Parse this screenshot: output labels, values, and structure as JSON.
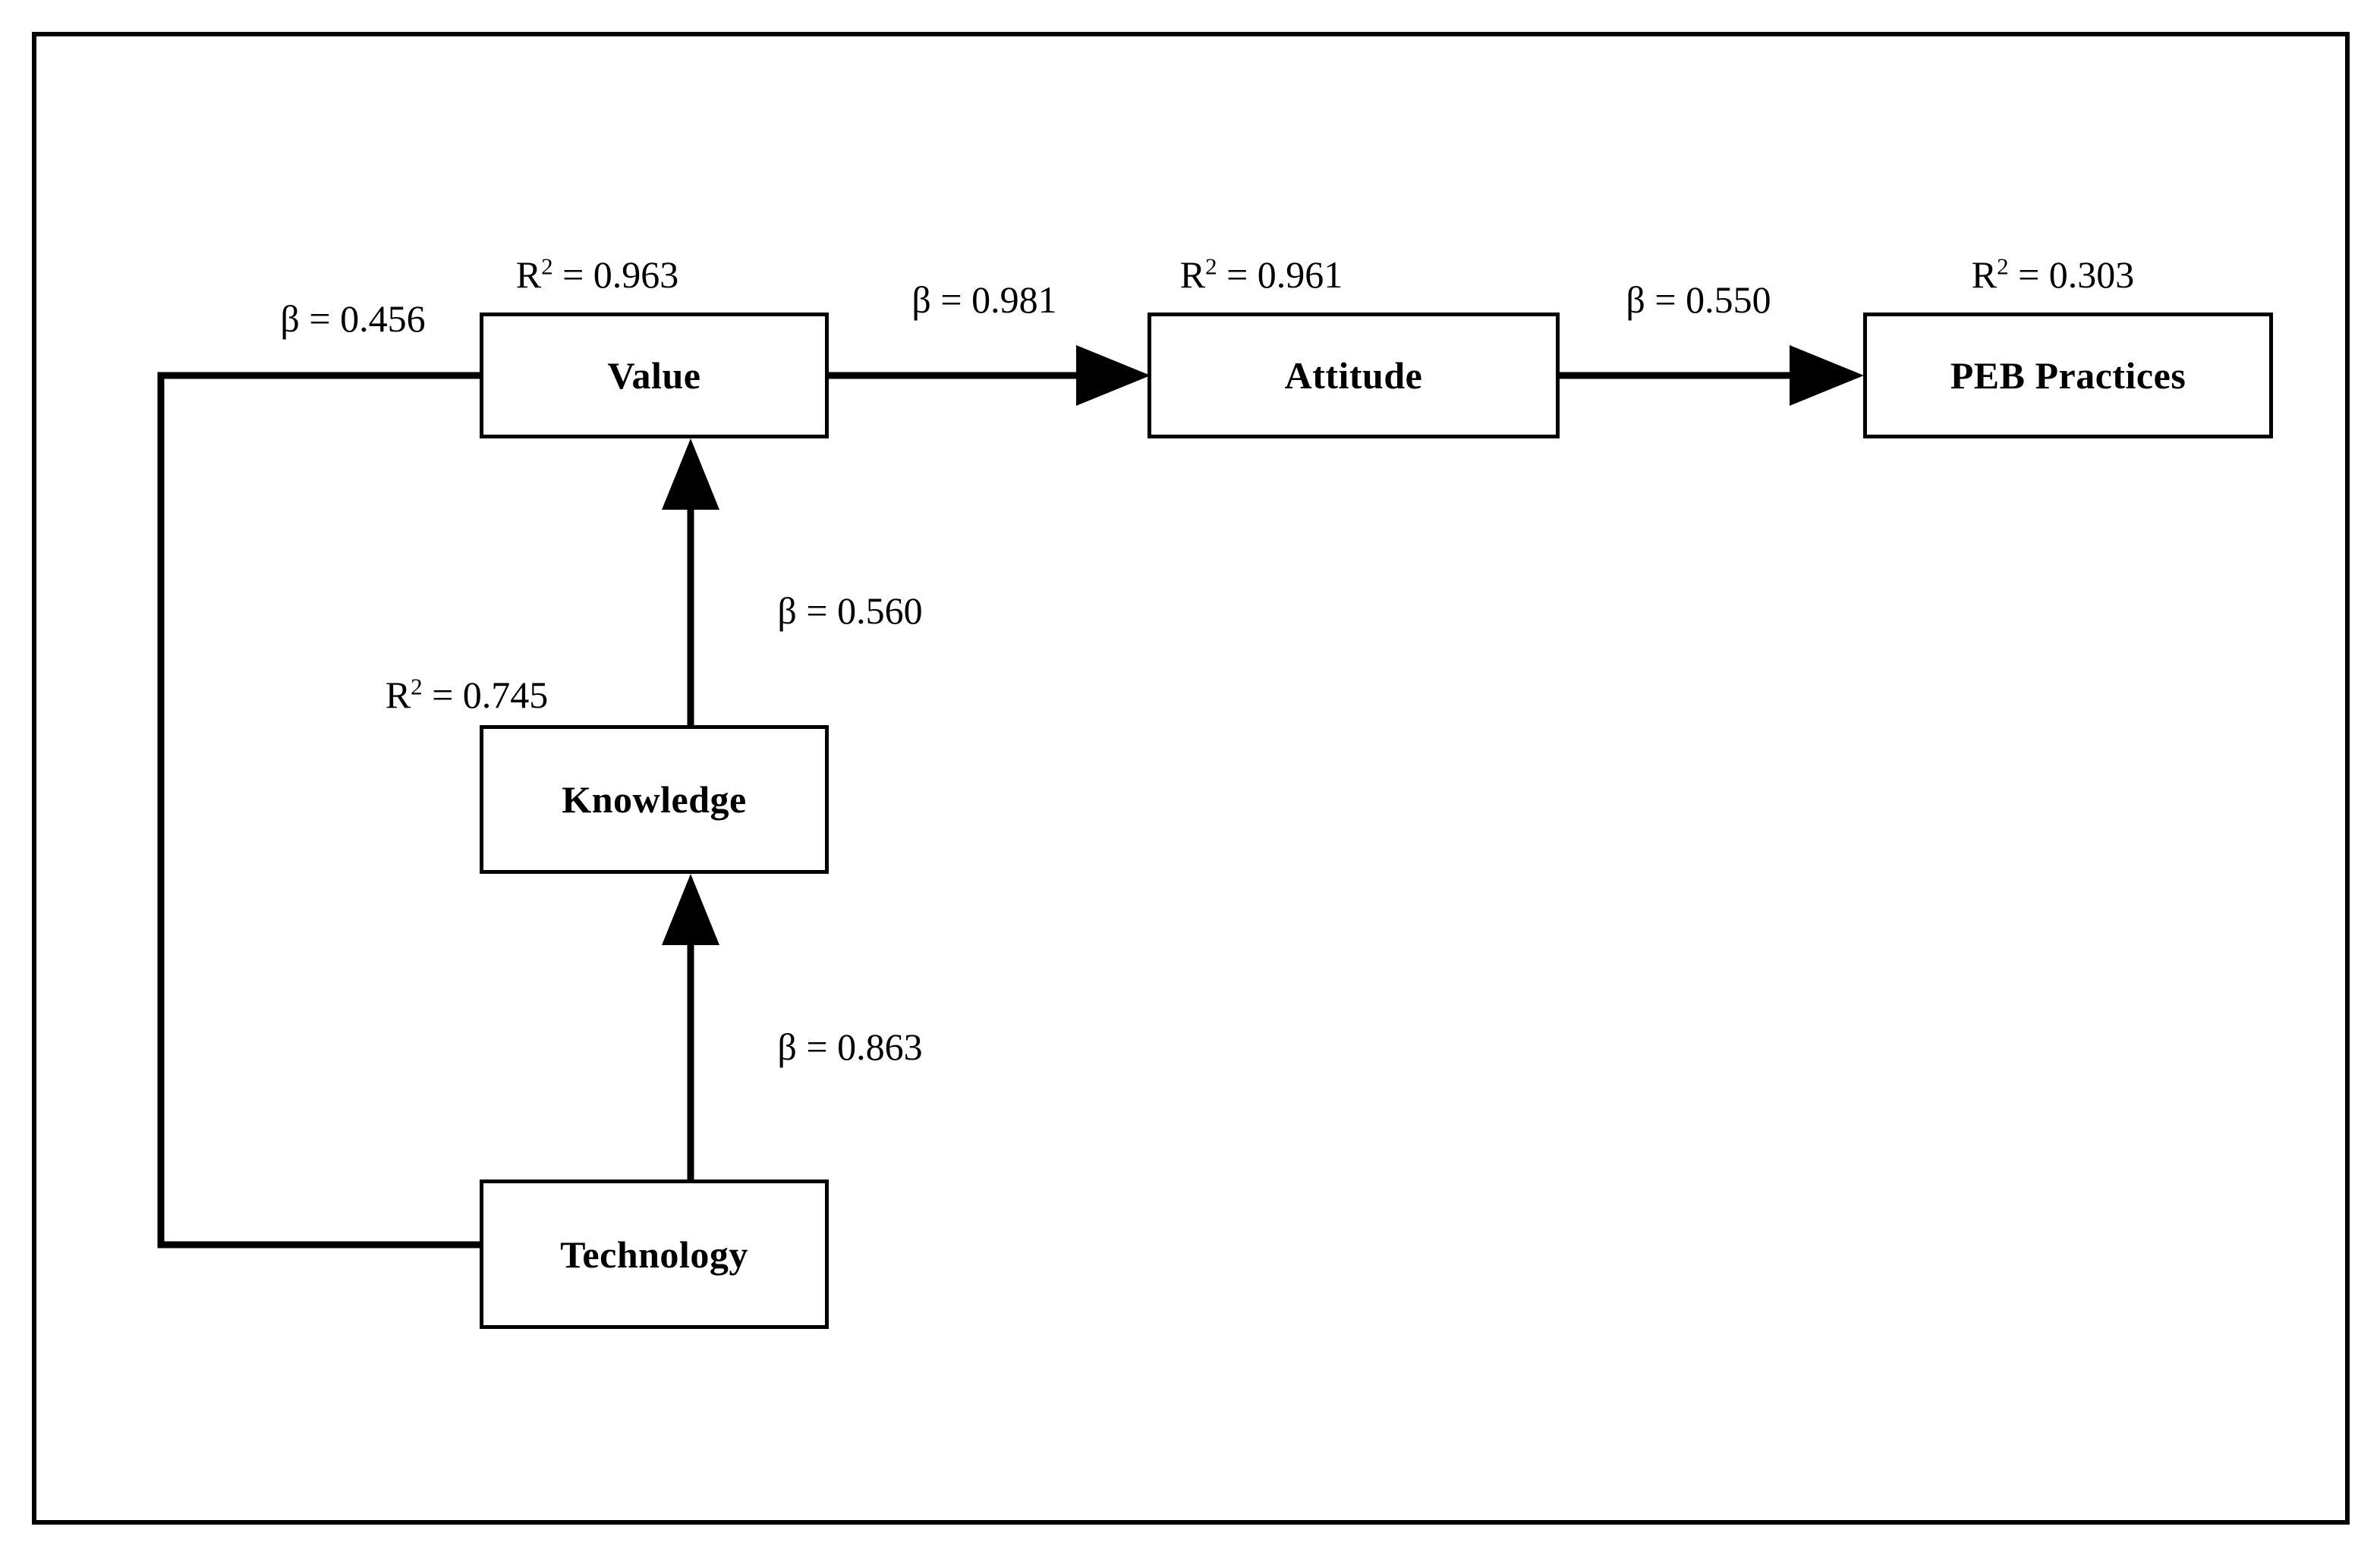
{
  "figure": {
    "type": "path-model-diagram",
    "border_color": "#000000",
    "line_color": "#000000",
    "background": "#ffffff"
  },
  "nodes": [
    {
      "id": "value",
      "label": "Value",
      "r2": "0.963"
    },
    {
      "id": "attitude",
      "label": "Attitude",
      "r2": "0.961"
    },
    {
      "id": "peb",
      "label": "PEB Practices",
      "r2": "0.303"
    },
    {
      "id": "knowledge",
      "label": "Knowledge",
      "r2": "0.745"
    },
    {
      "id": "technology",
      "label": "Technology",
      "r2": ""
    }
  ],
  "r2_labels": {
    "value": {
      "prefix": "R",
      "exp": "2",
      "eq": " = 0.963"
    },
    "attitude": {
      "prefix": "R",
      "exp": "2",
      "eq": " = 0.961"
    },
    "peb": {
      "prefix": "R",
      "exp": "2",
      "eq": " = 0.303"
    },
    "knowledge": {
      "prefix": "R",
      "exp": "2",
      "eq": " = 0.745"
    }
  },
  "edges": [
    {
      "id": "tech-to-value",
      "from": "technology",
      "to": "value",
      "beta": "β = 0.456"
    },
    {
      "id": "value-to-attitude",
      "from": "value",
      "to": "attitude",
      "beta": "β = 0.981"
    },
    {
      "id": "attitude-to-peb",
      "from": "attitude",
      "to": "peb",
      "beta": "β = 0.550"
    },
    {
      "id": "knowledge-to-value",
      "from": "knowledge",
      "to": "value",
      "beta": "β = 0.560"
    },
    {
      "id": "tech-to-knowledge",
      "from": "technology",
      "to": "knowledge",
      "beta": "β = 0.863"
    }
  ],
  "edge_labels": {
    "tech_to_value": "β = 0.456",
    "value_to_attitude": "β = 0.981",
    "attitude_to_peb": "β = 0.550",
    "knowledge_to_value": "β = 0.560",
    "tech_to_knowledge": "β = 0.863"
  }
}
